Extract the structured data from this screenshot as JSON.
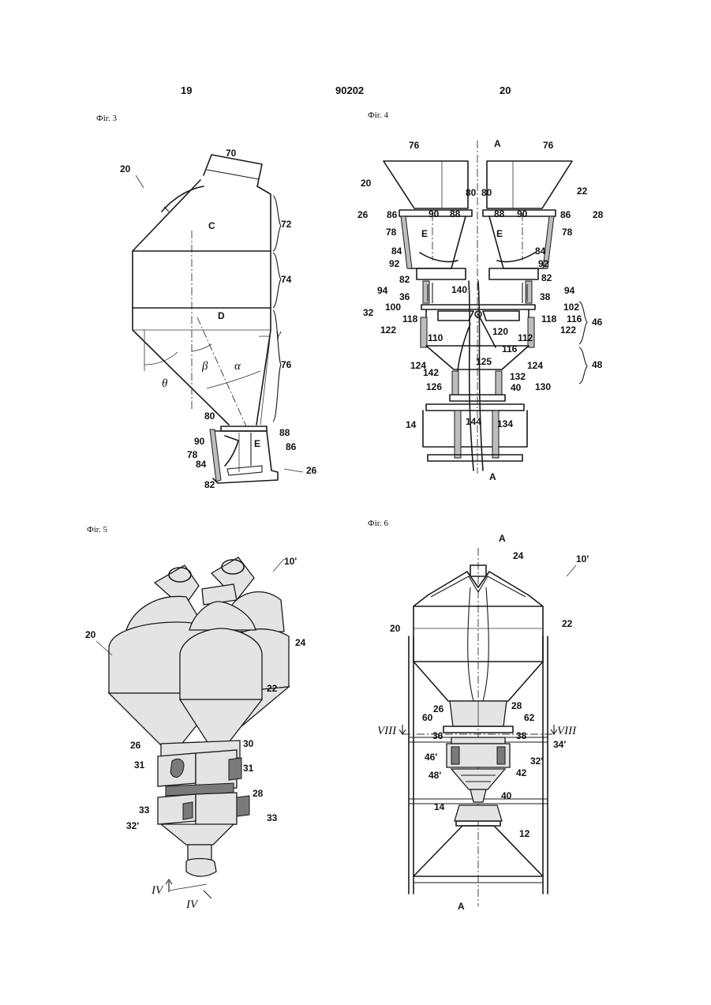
{
  "header": {
    "page_left": "19",
    "patent_number": "90202",
    "page_right": "20"
  },
  "fig3": {
    "caption": "Фіг. 3",
    "refs": [
      "20",
      "70",
      "72",
      "74",
      "76",
      "26",
      "80",
      "90",
      "78",
      "84",
      "82",
      "88",
      "86"
    ],
    "letters": [
      "C",
      "D",
      "E"
    ],
    "angles": [
      "θ",
      "β",
      "α",
      "γ"
    ]
  },
  "fig4": {
    "caption": "Фіг. 4",
    "axis_top": "A",
    "axis_bottom": "A",
    "refs_left": [
      "76",
      "20",
      "26",
      "86",
      "90",
      "88",
      "80",
      "78",
      "84",
      "92",
      "82",
      "94",
      "36",
      "140",
      "100",
      "32",
      "118",
      "122",
      "110",
      "124",
      "142",
      "126",
      "14",
      "144"
    ],
    "refs_right": [
      "76",
      "22",
      "80",
      "88",
      "90",
      "86",
      "28",
      "78",
      "84",
      "92",
      "82",
      "94",
      "38",
      "102",
      "116",
      "46",
      "120",
      "118",
      "112",
      "122",
      "116",
      "48",
      "125",
      "124",
      "132",
      "130",
      "40",
      "134"
    ],
    "letters": [
      "E",
      "E"
    ]
  },
  "fig5": {
    "caption": "Фіг. 5",
    "refs": [
      "10'",
      "20",
      "24",
      "22",
      "26",
      "30",
      "31",
      "31",
      "28",
      "33",
      "33",
      "32'"
    ],
    "section": [
      "IV",
      "IV"
    ]
  },
  "fig6": {
    "caption": "Фіг. 6",
    "axis_top": "A",
    "axis_bottom": "A",
    "refs": [
      "24",
      "10'",
      "20",
      "22",
      "26",
      "28",
      "60",
      "62",
      "36",
      "38",
      "34'",
      "46'",
      "32'",
      "48'",
      "42",
      "40",
      "14",
      "12"
    ],
    "section": [
      "VIII",
      "VIII"
    ]
  }
}
